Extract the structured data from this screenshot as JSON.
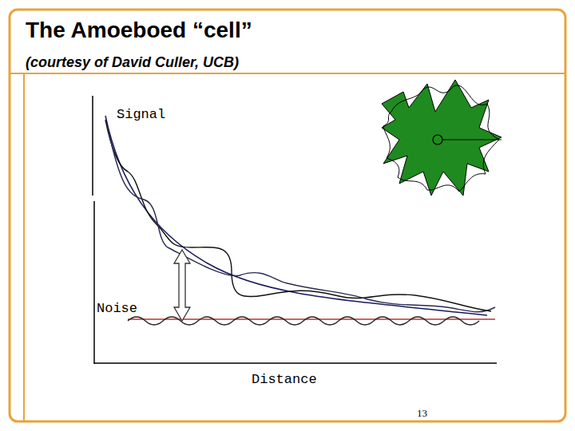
{
  "diagram": {
    "title": "The Amoeboed “cell”",
    "labels": [
      "(courtesy of David Culler, UCB)",
      "Signal",
      "Noise",
      "Distance",
      "13"
    ]
  }
}
